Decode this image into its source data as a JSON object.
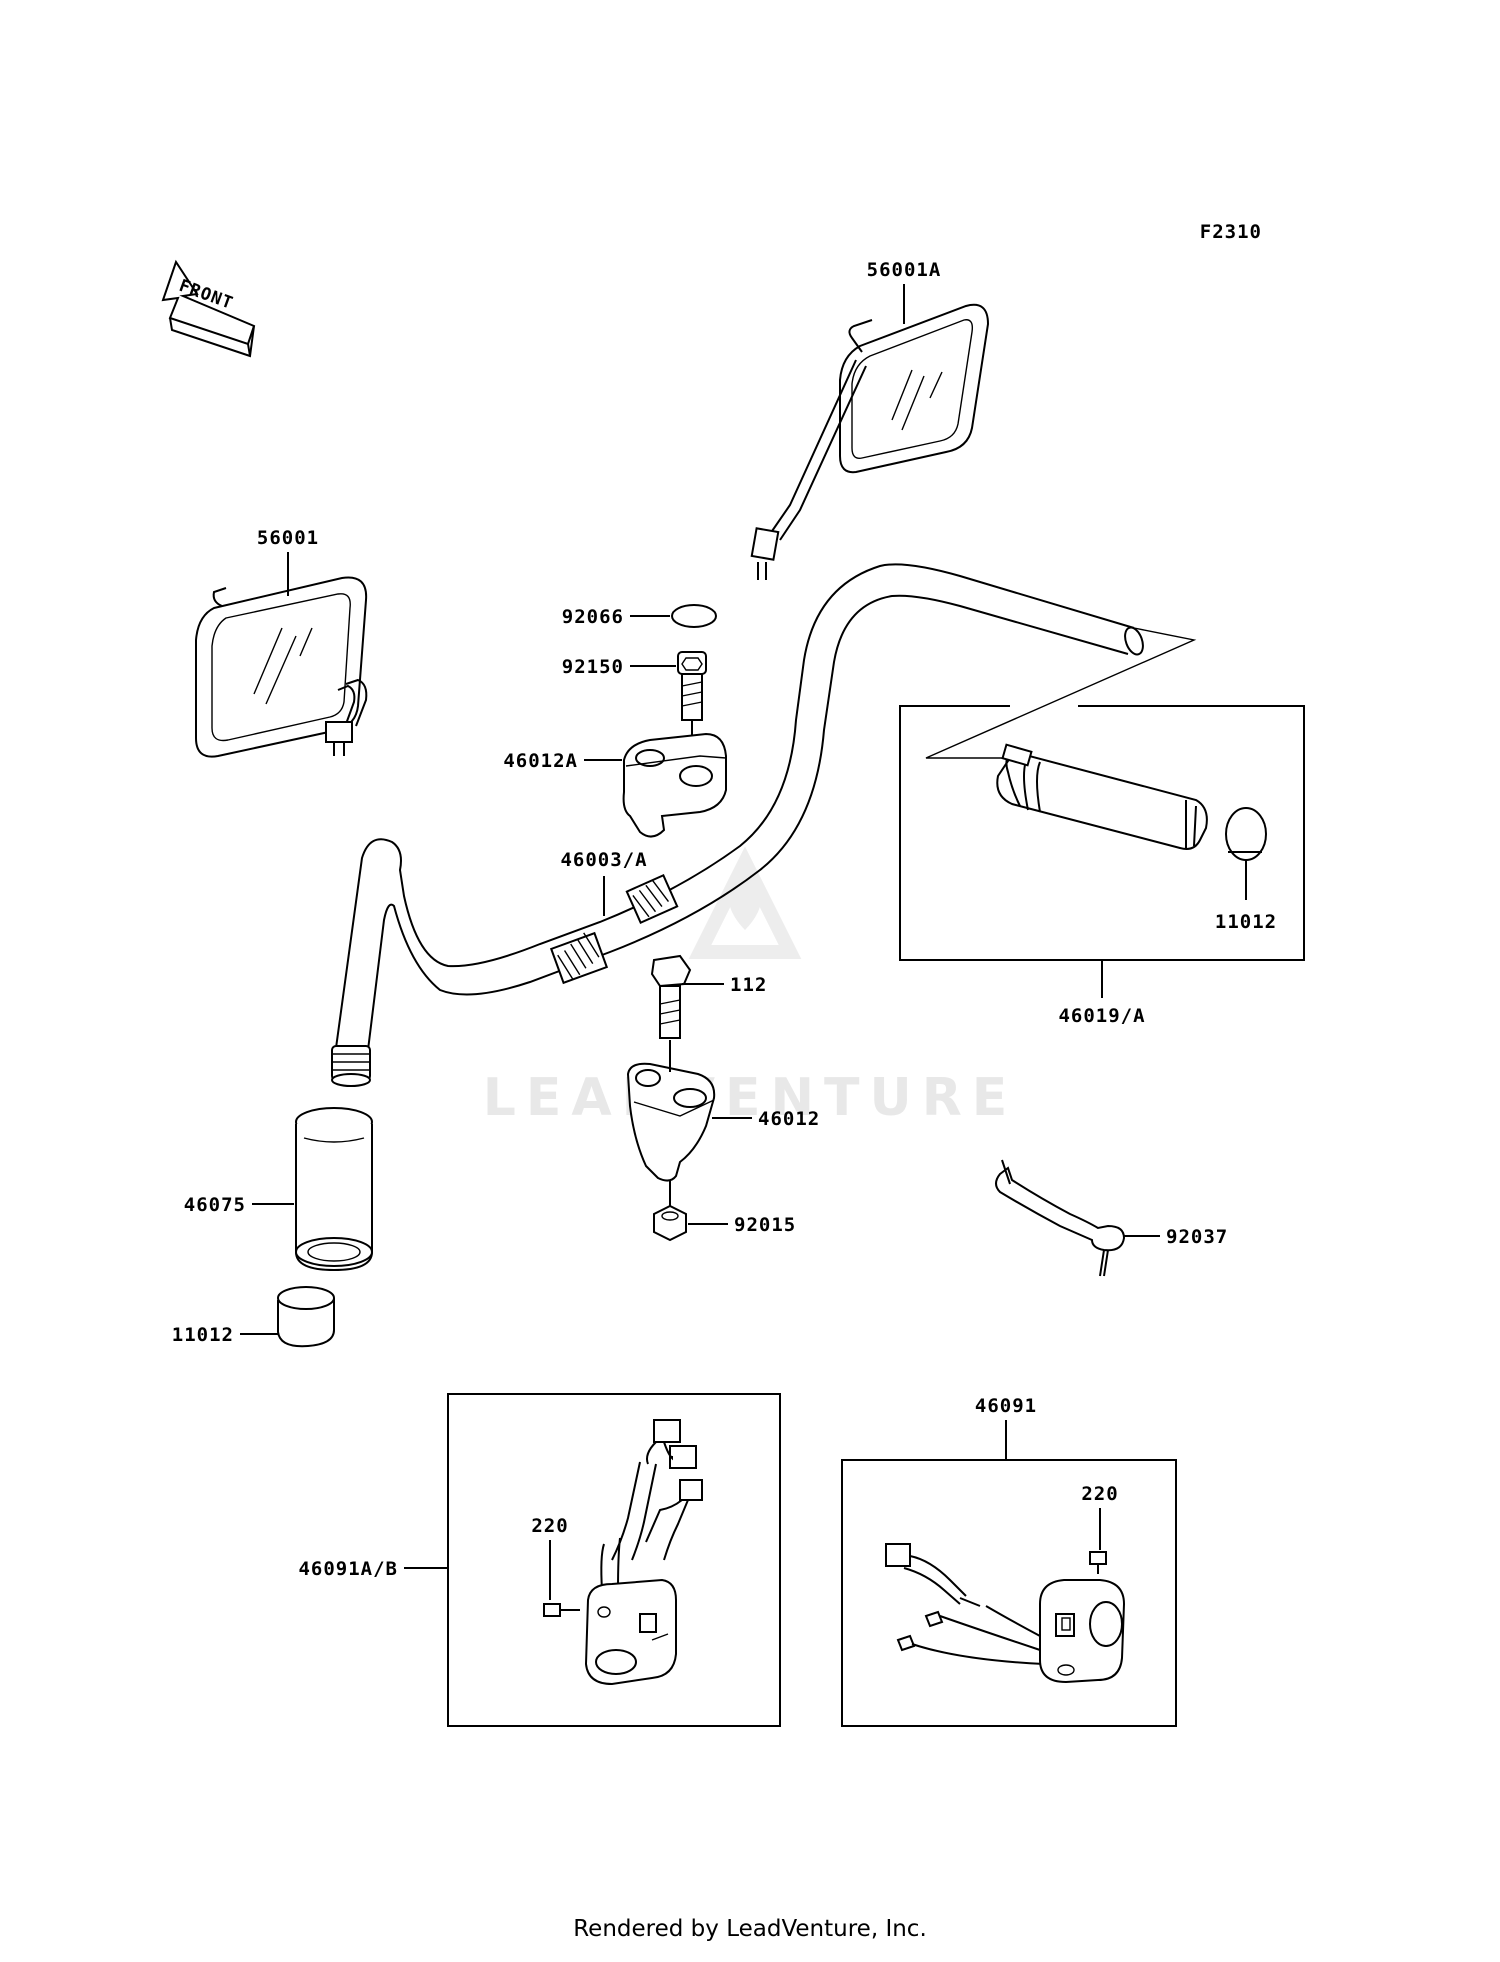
{
  "figure_code": "F2310",
  "front_arrow_label": "FRONT",
  "watermark_text": "LEADVENTURE",
  "footer_text": "Rendered by LeadVenture, Inc.",
  "callouts": {
    "mirror_right": "56001A",
    "mirror_left": "56001",
    "cap": "92066",
    "bolt_upper": "92150",
    "holder_upper": "46012A",
    "handlebar": "46003/A",
    "end_cap_right": "11012",
    "grip_assembly": "46019/A",
    "bolt_lower": "112",
    "holder_lower": "46012",
    "grip_left": "46075",
    "nut": "92015",
    "key": "92037",
    "end_cap_left": "11012",
    "switch_left_assembly": "46091A/B",
    "screw_left": "220",
    "switch_right_assembly": "46091",
    "screw_right": "220"
  }
}
